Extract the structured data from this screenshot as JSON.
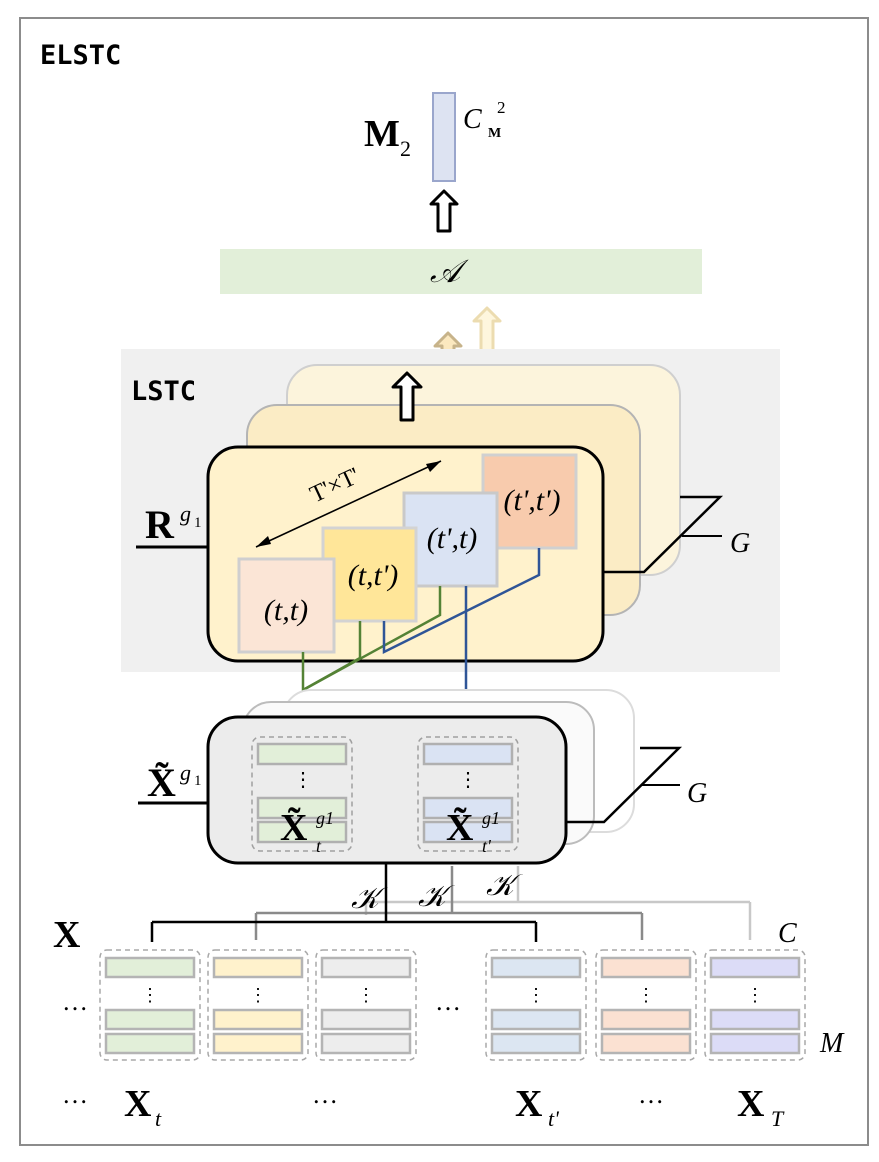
{
  "titles": {
    "outer": "ELSTC",
    "inner": "LSTC"
  },
  "output": {
    "symbol": "M",
    "subscript": "2",
    "dim_symbol": "C",
    "dim_sub": "M",
    "dim_sup": "2"
  },
  "aggregator": {
    "label": "𝒜"
  },
  "relation": {
    "symbol": "R",
    "sup": "g",
    "sup_sub": "1",
    "span_label": "T'×T'",
    "cells": [
      "(t,t)",
      "(t,t')",
      "(t',t)",
      "(t',t')"
    ],
    "groups_label": "G"
  },
  "tilde_x": {
    "symbol": "X̃",
    "sup": "g",
    "sup_sub": "1",
    "vdots": "⋮",
    "slot_left": {
      "symbol": "X̃",
      "sup": "g1",
      "sub": "t"
    },
    "slot_right": {
      "symbol": "X̃",
      "sup": "g1",
      "sub": "t'"
    },
    "groups_label": "G"
  },
  "kernels": [
    "𝒦",
    "𝒦",
    "𝒦"
  ],
  "input": {
    "symbol": "X",
    "c_label": "C",
    "m_label": "M",
    "ellipsis": "…",
    "vdots": "⋮",
    "bottom_labels": {
      "xt": "t",
      "xtp": "t'",
      "xT": "T",
      "base": "X"
    }
  },
  "colors": {
    "green": "#e2efd9",
    "yellow": "#fff2cc",
    "gray": "#ededed",
    "blue": "#dce6f2",
    "orange": "#fbe1d2",
    "purple": "#dcdcf7",
    "accent_green": "#548235",
    "accent_blue": "#2f5597"
  }
}
